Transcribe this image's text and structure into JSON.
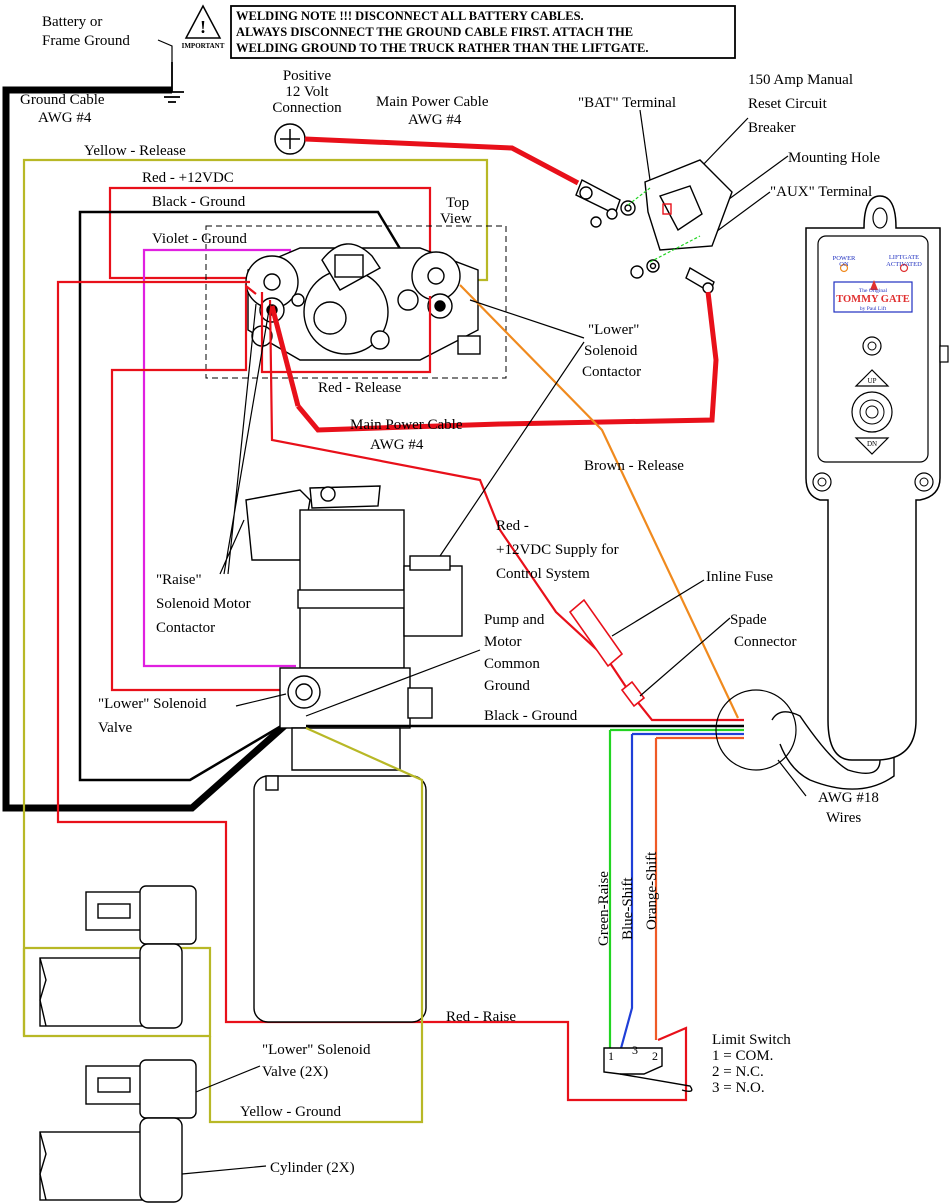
{
  "warning": {
    "important_label": "IMPORTANT",
    "lines": [
      "WELDING NOTE !!!  DISCONNECT ALL BATTERY CABLES.",
      "ALWAYS DISCONNECT THE GROUND CABLE FIRST. ATTACH THE",
      "WELDING GROUND TO THE TRUCK RATHER THAN THE LIFTGATE."
    ]
  },
  "labels": {
    "battery_ground": [
      "Battery or",
      "Frame Ground"
    ],
    "ground_cable": [
      "Ground Cable",
      "AWG #4"
    ],
    "positive": [
      "Positive",
      "12 Volt",
      "Connection"
    ],
    "main_power_top": [
      "Main Power Cable",
      "AWG #4"
    ],
    "bat_terminal": "\"BAT\" Terminal",
    "breaker": [
      "150 Amp Manual",
      "Reset Circuit",
      "Breaker"
    ],
    "mounting_hole": "Mounting Hole",
    "aux_terminal": "\"AUX\" Terminal",
    "yellow_release": "Yellow - Release",
    "red_12vdc": "Red - +12VDC",
    "black_ground": "Black - Ground",
    "top_view": [
      "Top",
      "View"
    ],
    "violet_ground": "Violet - Ground",
    "lower_contactor": [
      "\"Lower\"",
      "Solenoid",
      "Contactor"
    ],
    "red_release": "Red - Release",
    "main_power_mid": [
      "Main Power Cable",
      "AWG #4"
    ],
    "brown_release": "Brown - Release",
    "red_supply": [
      "Red -",
      "+12VDC Supply for",
      "Control System"
    ],
    "raise_contactor": [
      "\"Raise\"",
      "Solenoid Motor",
      "Contactor"
    ],
    "inline_fuse": "Inline Fuse",
    "spade": [
      "Spade",
      "Connector"
    ],
    "pump_ground": [
      "Pump and",
      "Motor",
      "Common",
      "Ground"
    ],
    "black_ground_bottom": "Black - Ground",
    "lower_valve": [
      "\"Lower\" Solenoid",
      "Valve"
    ],
    "awg18": [
      "AWG #18",
      "Wires"
    ],
    "green_raise": "Green-Raise",
    "blue_shift": "Blue-Shift",
    "orange_shift": "Orange-Shift",
    "red_raise": "Red - Raise",
    "limit_switch": [
      "Limit Switch",
      "1 = COM.",
      "2 = N.C.",
      "3 = N.O."
    ],
    "lower_valve_2x": [
      "\"Lower\" Solenoid",
      "Valve (2X)"
    ],
    "yellow_ground": "Yellow - Ground",
    "cylinder": "Cylinder (2X)",
    "switch_pins": [
      "1",
      "3",
      "2"
    ]
  },
  "pendant": {
    "power_on": [
      "POWER",
      "ON"
    ],
    "liftgate": [
      "LIFTGATE",
      "ACTIVATED"
    ],
    "brand_top": "The Original",
    "brand": "TOMMY GATE",
    "brand_sub": "by Paul Lift",
    "up": "UP",
    "dn": "DN"
  },
  "colors": {
    "red": "#e8101a",
    "yellow": "#b8b826",
    "violet": "#e020e0",
    "orange": "#f08a1e",
    "green": "#22d422",
    "blue": "#1f3fd8",
    "orange_shift": "#ef5a26",
    "brand_red": "#e03030",
    "brand_blue": "#2030c0"
  }
}
